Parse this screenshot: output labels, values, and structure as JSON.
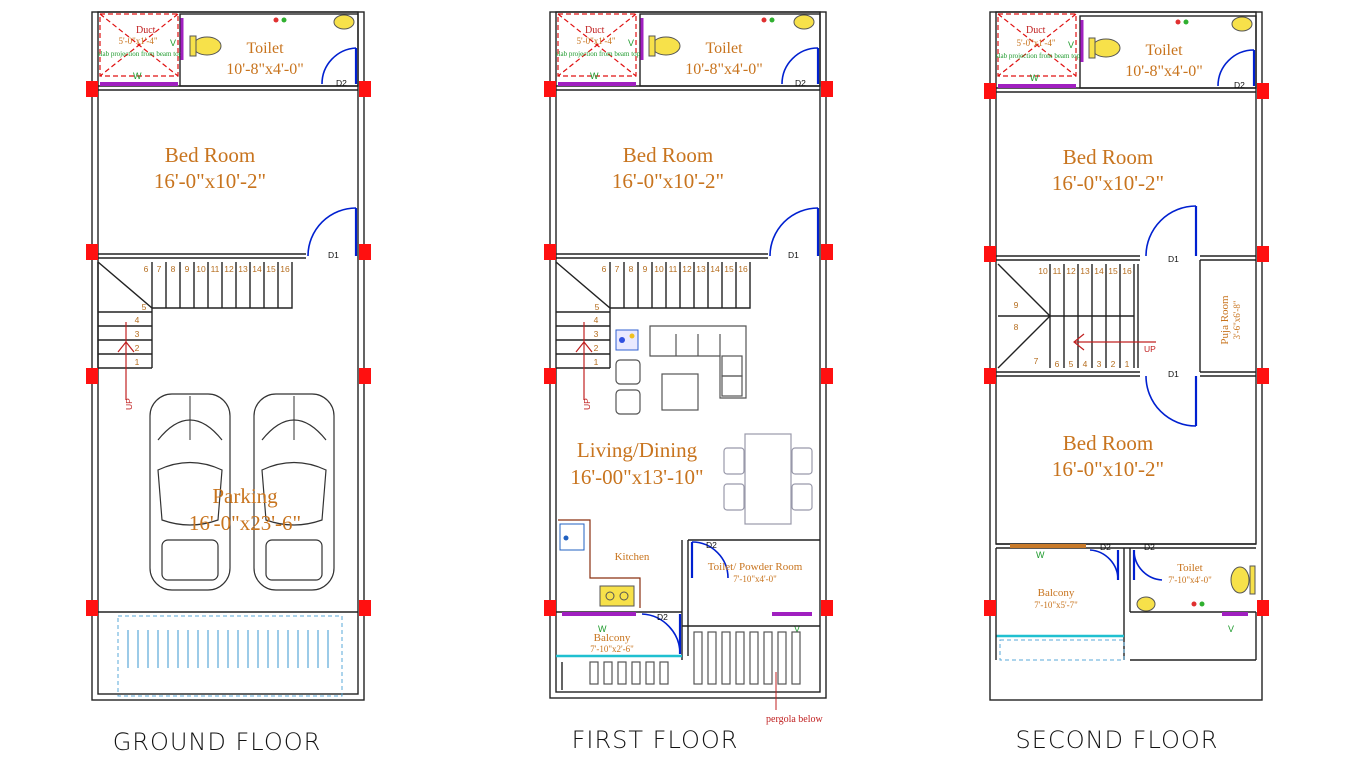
{
  "ground": {
    "duct": "Duct",
    "duct_size": "5'-0\"x1'-4\"",
    "slab_note": "slab projection from beam top",
    "toilet": "Toilet",
    "toilet_size": "10'-8\"x4'-0\"",
    "bed": "Bed Room",
    "bed_size": "16'-0\"x10'-2\"",
    "parking": "Parking",
    "parking_size": "16'-0\"x23'-6\"",
    "door1": "D1",
    "door2": "D2",
    "window": "W",
    "vent": "V",
    "up": "UP",
    "title": "GROUND FLOOR"
  },
  "first": {
    "duct": "Duct",
    "duct_size": "5'-0\"x1'-4\"",
    "slab_note": "slab projection from beam top",
    "toilet": "Toilet",
    "toilet_size": "10'-8\"x4'-0\"",
    "bed": "Bed Room",
    "bed_size": "16'-0\"x10'-2\"",
    "living": "Living/Dining",
    "living_size": "16'-00\"x13'-10\"",
    "kitchen": "Kitchen",
    "powder": "Toilet/ Powder Room",
    "powder_size": "7'-10\"x4'-0\"",
    "balcony": "Balcony",
    "balcony_size": "7'-10\"x2'-6\"",
    "pergola": "pergola below",
    "door1": "D1",
    "door2": "D2",
    "window": "W",
    "vent": "V",
    "up": "UP",
    "title": "FIRST FLOOR"
  },
  "second": {
    "duct": "Duct",
    "duct_size": "5'-0\"x1'-4\"",
    "slab_note": "slab projection from beam top",
    "toilet": "Toilet",
    "toilet_size": "10'-8\"x4'-0\"",
    "bed_top": "Bed Room",
    "bed_top_size": "16'-0\"x10'-2\"",
    "puja": "Puja Room",
    "puja_size": "3'-6\"x6'-8\"",
    "bed_bottom": "Bed Room",
    "bed_bottom_size": "16'-0\"x10'-2\"",
    "balcony": "Balcony",
    "balcony_size": "7'-10\"x5'-7\"",
    "toilet2": "Toilet",
    "toilet2_size": "7'-10\"x4'-0\"",
    "door1": "D1",
    "door2": "D2",
    "window": "W",
    "vent": "V",
    "up": "UP",
    "title": "SECOND FLOOR"
  },
  "stairs": {
    "ground_first": [
      "1",
      "2",
      "3",
      "4",
      "5",
      "6",
      "7",
      "8",
      "9",
      "10",
      "11",
      "12",
      "13",
      "14",
      "15",
      "16"
    ],
    "second": [
      "1",
      "2",
      "3",
      "4",
      "5",
      "6",
      "7",
      "8",
      "9",
      "10",
      "11",
      "12",
      "13",
      "14",
      "15",
      "16"
    ]
  },
  "colors": {
    "wall": "#222222",
    "column": "#ff1010",
    "window": "#a020c0",
    "door": "#0020d0",
    "label": "#c8741e",
    "balcony_rail": "#20c0d0"
  }
}
